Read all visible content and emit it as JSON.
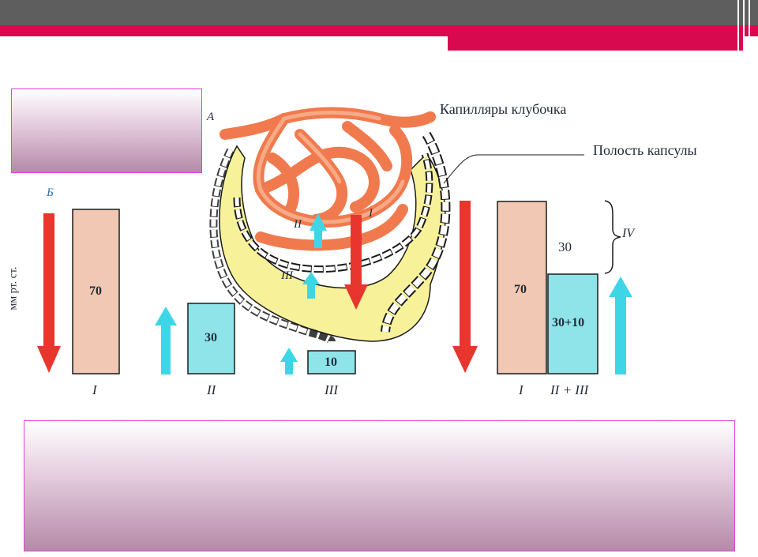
{
  "diagram": {
    "label_a": "А",
    "label_b": "Б",
    "glomerulus_capillaries": "Капилляры клубочка",
    "capsule_cavity": "Полость капсулы",
    "axis_unit": "мм рт. ст.",
    "arrow_labels": {
      "i": "I",
      "ii": "II",
      "iii": "III"
    },
    "bracket_label": "IV",
    "bars": [
      {
        "label": "I",
        "value": "70"
      },
      {
        "label": "II",
        "value": "30"
      },
      {
        "label": "III",
        "value": "10"
      }
    ],
    "combined": {
      "label_i": "I",
      "label_ii_iii": "II + III",
      "value_i": "70",
      "value_ii_iii": "30+10",
      "difference": "30"
    }
  },
  "colors": {
    "band": "#5e5e5e",
    "accent": "#d9094f",
    "capillary": "#f07a4e",
    "capsule": "#f7f29a",
    "bar_red": "#f1c8b3",
    "bar_blue": "#8fe4ea",
    "arrow_red": "#e8352e",
    "arrow_blue": "#3ed6e6"
  }
}
